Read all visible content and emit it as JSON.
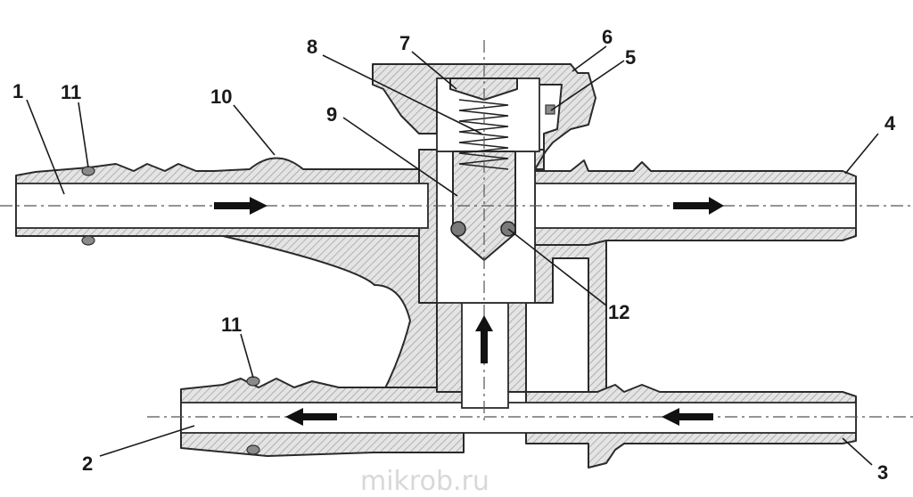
{
  "callouts": {
    "c1": "1",
    "c2": "2",
    "c3": "3",
    "c4": "4",
    "c5": "5",
    "c6": "6",
    "c7": "7",
    "c8": "8",
    "c9": "9",
    "c10": "10",
    "c11_top": "11",
    "c11_bottom": "11",
    "c12": "12"
  },
  "watermark": "mikrob.ru",
  "colors": {
    "outline": "#2a2a2a",
    "hatch": "#9a9a9a",
    "ball": "#7a7a7a",
    "background": "#ffffff"
  }
}
